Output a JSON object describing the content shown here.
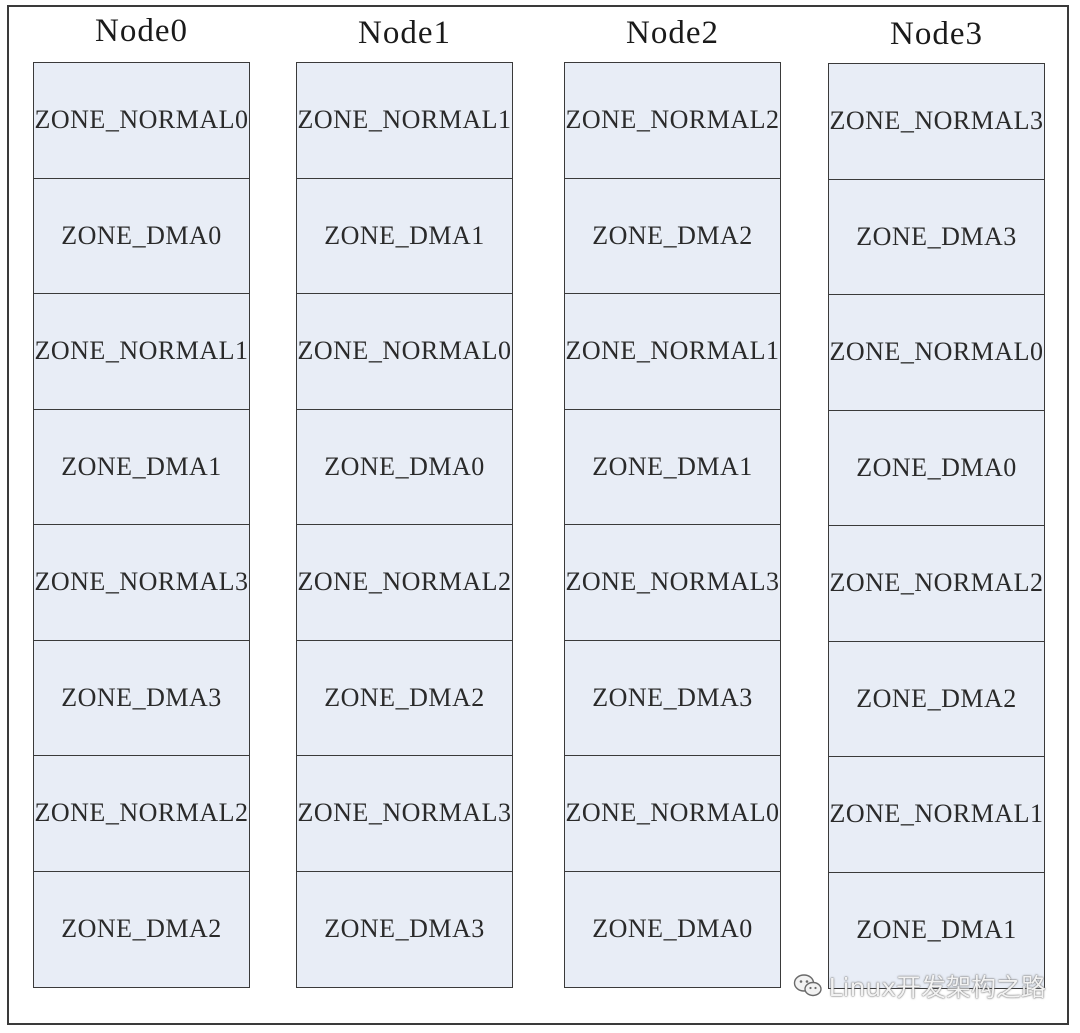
{
  "nodes": [
    {
      "title": "Node0",
      "zones": [
        "ZONE_NORMAL0",
        "ZONE_DMA0",
        "ZONE_NORMAL1",
        "ZONE_DMA1",
        "ZONE_NORMAL3",
        "ZONE_DMA3",
        "ZONE_NORMAL2",
        "ZONE_DMA2"
      ]
    },
    {
      "title": "Node1",
      "zones": [
        "ZONE_NORMAL1",
        "ZONE_DMA1",
        "ZONE_NORMAL0",
        "ZONE_DMA0",
        "ZONE_NORMAL2",
        "ZONE_DMA2",
        "ZONE_NORMAL3",
        "ZONE_DMA3"
      ]
    },
    {
      "title": "Node2",
      "zones": [
        "ZONE_NORMAL2",
        "ZONE_DMA2",
        "ZONE_NORMAL1",
        "ZONE_DMA1",
        "ZONE_NORMAL3",
        "ZONE_DMA3",
        "ZONE_NORMAL0",
        "ZONE_DMA0"
      ]
    },
    {
      "title": "Node3",
      "zones": [
        "ZONE_NORMAL3",
        "ZONE_DMA3",
        "ZONE_NORMAL0",
        "ZONE_DMA0",
        "ZONE_NORMAL2",
        "ZONE_DMA2",
        "ZONE_NORMAL1",
        "ZONE_DMA1"
      ]
    }
  ],
  "watermark": {
    "text": "Linux开发架构之路",
    "icon": "wechat-icon"
  },
  "colors": {
    "zone_fill": "#e8edf6",
    "border": "#3a3a3a"
  }
}
